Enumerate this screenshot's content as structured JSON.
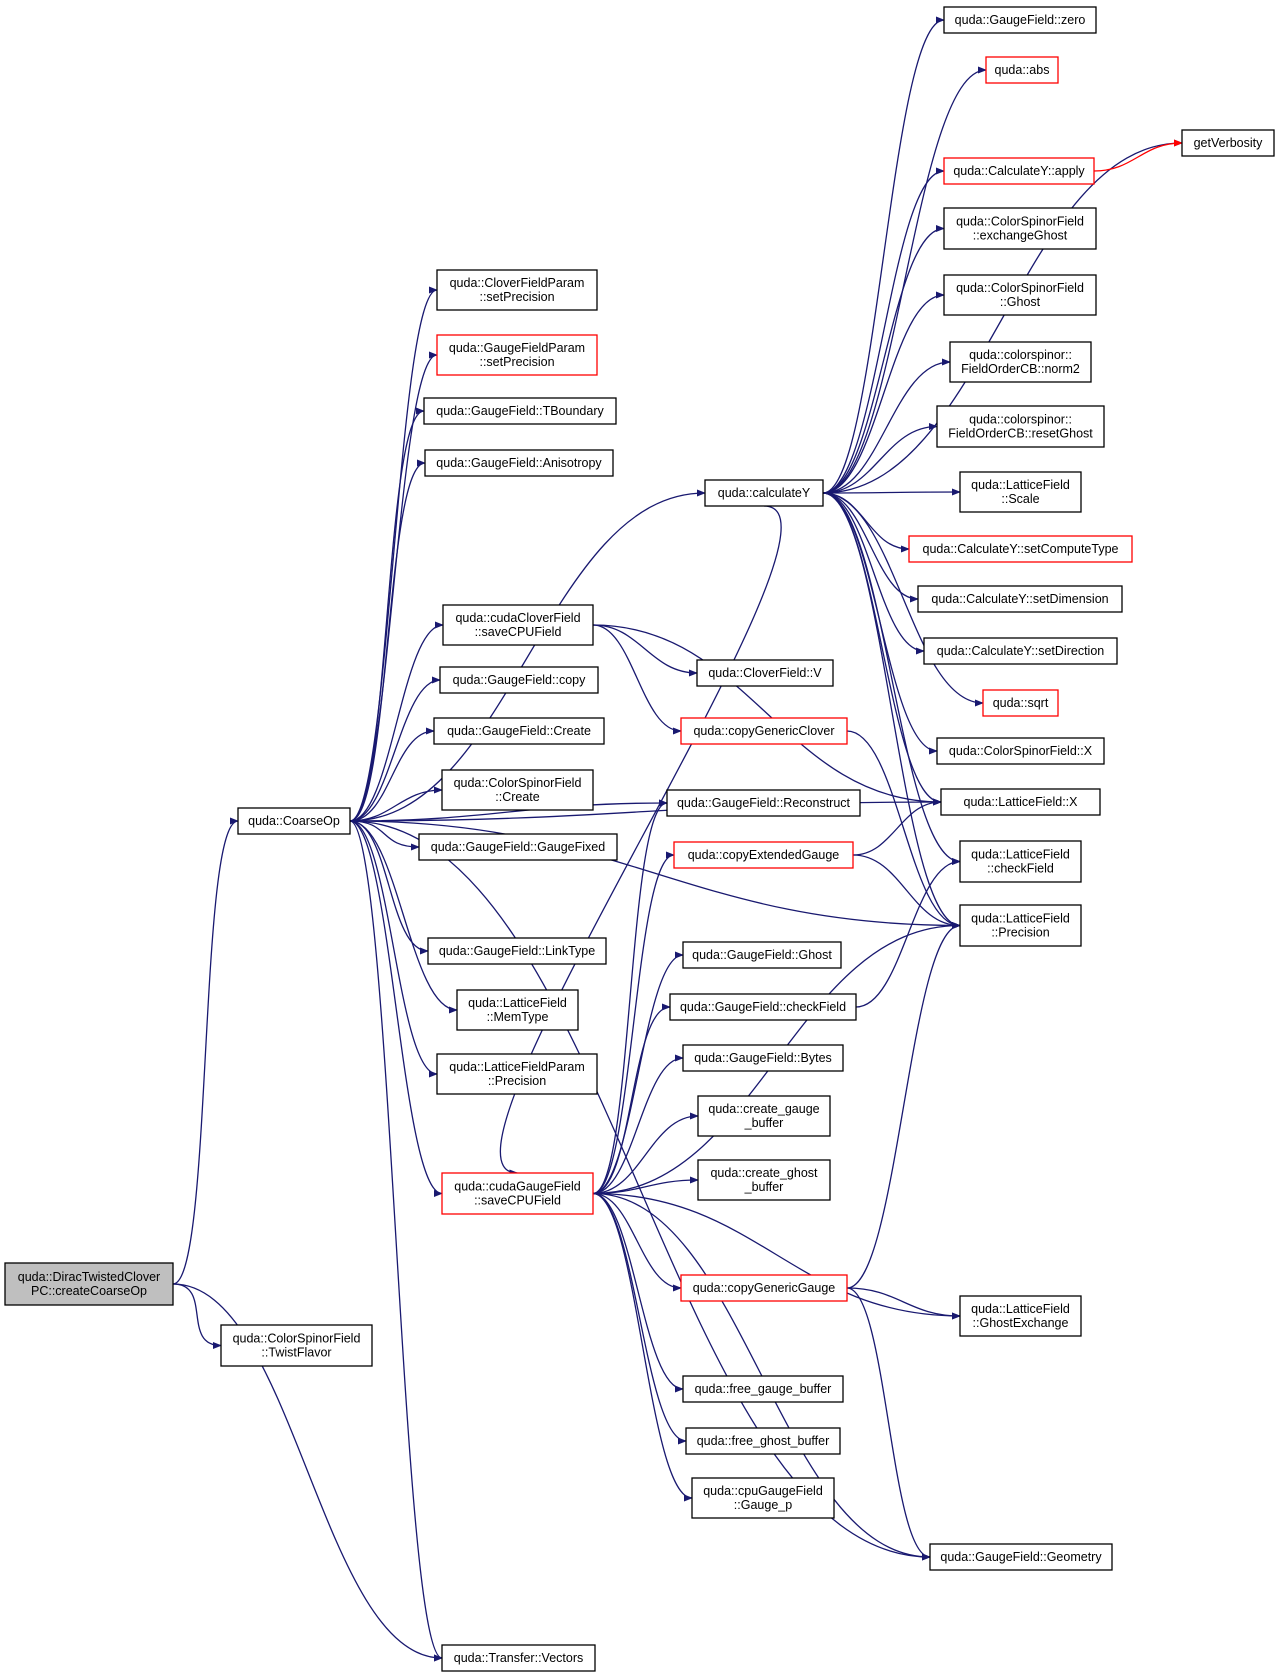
{
  "colors": {
    "edge": "#191970",
    "edge_red": "#ff0000",
    "node_border_black": "#000000",
    "node_border_red": "#ff0000",
    "node_fill": "#ffffff",
    "root_fill": "#bfbfbf"
  },
  "nodes": [
    {
      "id": "root",
      "lines": [
        "quda::DiracTwistedClover",
        "PC::createCoarseOp"
      ],
      "border": "black",
      "root": true
    },
    {
      "id": "coarseop",
      "lines": [
        "quda::CoarseOp"
      ],
      "border": "black"
    },
    {
      "id": "twistflavor",
      "lines": [
        "quda::ColorSpinorField",
        "::TwistFlavor"
      ],
      "border": "black"
    },
    {
      "id": "vectors",
      "lines": [
        "quda::Transfer::Vectors"
      ],
      "border": "black"
    },
    {
      "id": "cfp_setprec",
      "lines": [
        "quda::CloverFieldParam",
        "::setPrecision"
      ],
      "border": "black"
    },
    {
      "id": "gfp_setprec",
      "lines": [
        "quda::GaugeFieldParam",
        "::setPrecision"
      ],
      "border": "red"
    },
    {
      "id": "tboundary",
      "lines": [
        "quda::GaugeField::TBoundary"
      ],
      "border": "black"
    },
    {
      "id": "anisotropy",
      "lines": [
        "quda::GaugeField::Anisotropy"
      ],
      "border": "black"
    },
    {
      "id": "ccf_save",
      "lines": [
        "quda::cudaCloverField",
        "::saveCPUField"
      ],
      "border": "black"
    },
    {
      "id": "gf_copy",
      "lines": [
        "quda::GaugeField::copy"
      ],
      "border": "black"
    },
    {
      "id": "gf_create",
      "lines": [
        "quda::GaugeField::Create"
      ],
      "border": "black"
    },
    {
      "id": "csf_create",
      "lines": [
        "quda::ColorSpinorField",
        "::Create"
      ],
      "border": "black"
    },
    {
      "id": "gaugefixed",
      "lines": [
        "quda::GaugeField::GaugeFixed"
      ],
      "border": "black"
    },
    {
      "id": "linktype",
      "lines": [
        "quda::GaugeField::LinkType"
      ],
      "border": "black"
    },
    {
      "id": "memtype",
      "lines": [
        "quda::LatticeField",
        "::MemType"
      ],
      "border": "black"
    },
    {
      "id": "lfp_prec",
      "lines": [
        "quda::LatticeFieldParam",
        "::Precision"
      ],
      "border": "black"
    },
    {
      "id": "cgf_save",
      "lines": [
        "quda::cudaGaugeField",
        "::saveCPUField"
      ],
      "border": "red"
    },
    {
      "id": "calculatey",
      "lines": [
        "quda::calculateY"
      ],
      "border": "black"
    },
    {
      "id": "cf_v",
      "lines": [
        "quda::CloverField::V"
      ],
      "border": "black"
    },
    {
      "id": "copygenericclover",
      "lines": [
        "quda::copyGenericClover"
      ],
      "border": "red"
    },
    {
      "id": "reconstruct",
      "lines": [
        "quda::GaugeField::Reconstruct"
      ],
      "border": "black"
    },
    {
      "id": "copyextended",
      "lines": [
        "quda::copyExtendedGauge"
      ],
      "border": "red"
    },
    {
      "id": "gf_ghost",
      "lines": [
        "quda::GaugeField::Ghost"
      ],
      "border": "black"
    },
    {
      "id": "gf_checkfield",
      "lines": [
        "quda::GaugeField::checkField"
      ],
      "border": "black"
    },
    {
      "id": "gf_bytes",
      "lines": [
        "quda::GaugeField::Bytes"
      ],
      "border": "black"
    },
    {
      "id": "create_gauge_buffer",
      "lines": [
        "quda::create_gauge",
        "_buffer"
      ],
      "border": "black"
    },
    {
      "id": "create_ghost_buffer",
      "lines": [
        "quda::create_ghost",
        "_buffer"
      ],
      "border": "black"
    },
    {
      "id": "copygenericgauge",
      "lines": [
        "quda::copyGenericGauge"
      ],
      "border": "red"
    },
    {
      "id": "free_gauge_buffer",
      "lines": [
        "quda::free_gauge_buffer"
      ],
      "border": "black"
    },
    {
      "id": "free_ghost_buffer",
      "lines": [
        "quda::free_ghost_buffer"
      ],
      "border": "black"
    },
    {
      "id": "gauge_p",
      "lines": [
        "quda::cpuGaugeField",
        "::Gauge_p"
      ],
      "border": "black"
    },
    {
      "id": "gf_zero",
      "lines": [
        "quda::GaugeField::zero"
      ],
      "border": "black"
    },
    {
      "id": "abs",
      "lines": [
        "quda::abs"
      ],
      "border": "red"
    },
    {
      "id": "cy_apply",
      "lines": [
        "quda::CalculateY::apply"
      ],
      "border": "red"
    },
    {
      "id": "csf_exchangeghost",
      "lines": [
        "quda::ColorSpinorField",
        "::exchangeGhost"
      ],
      "border": "black"
    },
    {
      "id": "csf_ghost",
      "lines": [
        "quda::ColorSpinorField",
        "::Ghost"
      ],
      "border": "black"
    },
    {
      "id": "focb_norm2",
      "lines": [
        "quda::colorspinor::",
        "FieldOrderCB::norm2"
      ],
      "border": "black"
    },
    {
      "id": "focb_resetghost",
      "lines": [
        "quda::colorspinor::",
        "FieldOrderCB::resetGhost"
      ],
      "border": "black"
    },
    {
      "id": "lf_scale",
      "lines": [
        "quda::LatticeField",
        "::Scale"
      ],
      "border": "black"
    },
    {
      "id": "cy_setcomputetype",
      "lines": [
        "quda::CalculateY::setComputeType"
      ],
      "border": "red"
    },
    {
      "id": "cy_setdimension",
      "lines": [
        "quda::CalculateY::setDimension"
      ],
      "border": "black"
    },
    {
      "id": "cy_setdirection",
      "lines": [
        "quda::CalculateY::setDirection"
      ],
      "border": "black"
    },
    {
      "id": "sqrt",
      "lines": [
        "quda::sqrt"
      ],
      "border": "red"
    },
    {
      "id": "csf_x",
      "lines": [
        "quda::ColorSpinorField::X"
      ],
      "border": "black"
    },
    {
      "id": "lf_x",
      "lines": [
        "quda::LatticeField::X"
      ],
      "border": "black"
    },
    {
      "id": "lf_checkfield",
      "lines": [
        "quda::LatticeField",
        "::checkField"
      ],
      "border": "black"
    },
    {
      "id": "lf_precision",
      "lines": [
        "quda::LatticeField",
        "::Precision"
      ],
      "border": "black"
    },
    {
      "id": "lf_ghostexchange",
      "lines": [
        "quda::LatticeField",
        "::GhostExchange"
      ],
      "border": "black"
    },
    {
      "id": "gf_geometry",
      "lines": [
        "quda::GaugeField::Geometry"
      ],
      "border": "black"
    },
    {
      "id": "getverbosity",
      "lines": [
        "getVerbosity"
      ],
      "border": "black"
    }
  ],
  "edges": [
    [
      "root",
      "coarseop"
    ],
    [
      "root",
      "twistflavor"
    ],
    [
      "root",
      "vectors"
    ],
    [
      "coarseop",
      "cfp_setprec"
    ],
    [
      "coarseop",
      "gfp_setprec"
    ],
    [
      "coarseop",
      "tboundary"
    ],
    [
      "coarseop",
      "anisotropy"
    ],
    [
      "coarseop",
      "calculatey"
    ],
    [
      "coarseop",
      "ccf_save"
    ],
    [
      "coarseop",
      "lf_x"
    ],
    [
      "coarseop",
      "gf_copy"
    ],
    [
      "coarseop",
      "gf_create"
    ],
    [
      "coarseop",
      "csf_create"
    ],
    [
      "coarseop",
      "gaugefixed"
    ],
    [
      "coarseop",
      "reconstruct"
    ],
    [
      "coarseop",
      "linktype"
    ],
    [
      "coarseop",
      "memtype"
    ],
    [
      "coarseop",
      "lfp_prec"
    ],
    [
      "coarseop",
      "lf_precision"
    ],
    [
      "coarseop",
      "cgf_save"
    ],
    [
      "coarseop",
      "vectors"
    ],
    [
      "coarseop",
      "gf_geometry"
    ],
    [
      "ccf_save",
      "cf_v"
    ],
    [
      "ccf_save",
      "copygenericclover"
    ],
    [
      "ccf_save",
      "lf_x"
    ],
    [
      "copygenericclover",
      "lf_precision"
    ],
    [
      "copyextended",
      "lf_x"
    ],
    [
      "copyextended",
      "lf_precision"
    ],
    [
      "gf_checkfield",
      "lf_checkfield"
    ],
    [
      "cgf_save",
      "reconstruct"
    ],
    [
      "cgf_save",
      "copyextended"
    ],
    [
      "cgf_save",
      "gf_ghost"
    ],
    [
      "cgf_save",
      "gf_checkfield"
    ],
    [
      "cgf_save",
      "gf_bytes"
    ],
    [
      "cgf_save",
      "create_gauge_buffer"
    ],
    [
      "cgf_save",
      "create_ghost_buffer"
    ],
    [
      "cgf_save",
      "lf_precision"
    ],
    [
      "cgf_save",
      "copygenericgauge"
    ],
    [
      "cgf_save",
      "lf_ghostexchange"
    ],
    [
      "cgf_save",
      "free_gauge_buffer"
    ],
    [
      "cgf_save",
      "free_ghost_buffer"
    ],
    [
      "cgf_save",
      "gauge_p"
    ],
    [
      "cgf_save",
      "gf_geometry"
    ],
    [
      "copygenericgauge",
      "lf_ghostexchange"
    ],
    [
      "copygenericgauge",
      "lf_precision"
    ],
    [
      "copygenericgauge",
      "gf_geometry"
    ],
    [
      "calculatey",
      "gf_zero"
    ],
    [
      "calculatey",
      "abs"
    ],
    [
      "calculatey",
      "getverbosity"
    ],
    [
      "calculatey",
      "cy_apply"
    ],
    [
      "calculatey",
      "csf_exchangeghost"
    ],
    [
      "calculatey",
      "csf_ghost"
    ],
    [
      "calculatey",
      "focb_norm2"
    ],
    [
      "calculatey",
      "focb_resetghost"
    ],
    [
      "calculatey",
      "lf_scale"
    ],
    [
      "calculatey",
      "cy_setcomputetype"
    ],
    [
      "calculatey",
      "cy_setdimension"
    ],
    [
      "calculatey",
      "cy_setdirection"
    ],
    [
      "calculatey",
      "sqrt"
    ],
    [
      "calculatey",
      "csf_x"
    ],
    [
      "calculatey",
      "lf_x"
    ],
    [
      "calculatey",
      "lf_checkfield"
    ],
    [
      "calculatey",
      "lf_precision"
    ],
    [
      "calculatey",
      "cgf_save"
    ],
    [
      "cy_apply",
      "getverbosity",
      "red"
    ]
  ]
}
